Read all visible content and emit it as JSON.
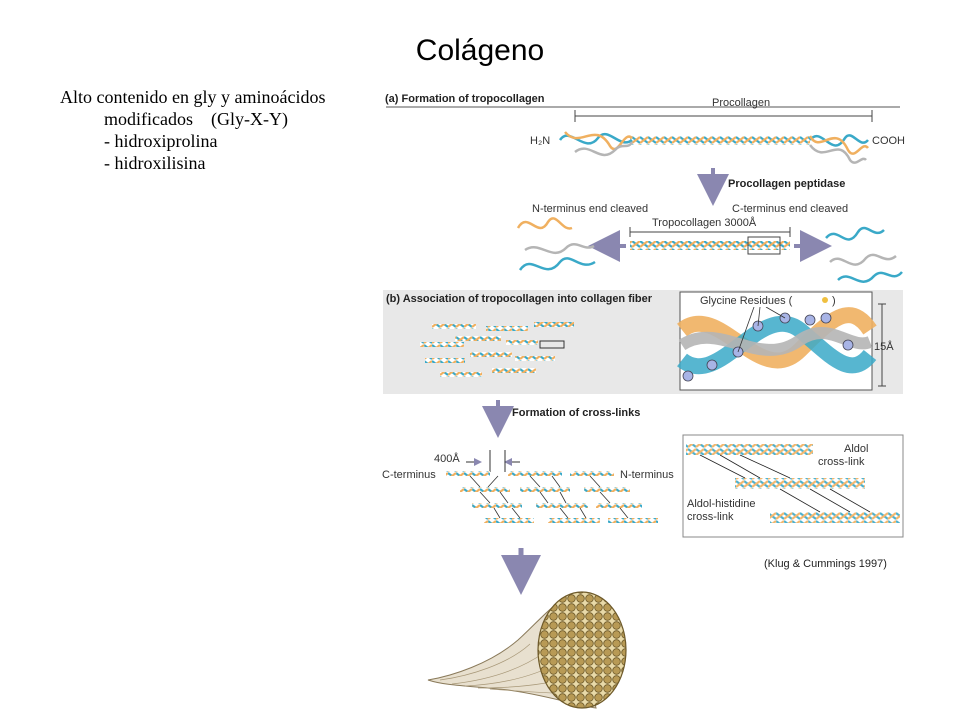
{
  "slide": {
    "title": "Colágeno",
    "bullets": [
      "Alto contenido en gly y aminoácidos",
      "modificados    (Gly-X-Y)",
      "- hidroxiprolina",
      "- hidroxilisina"
    ]
  },
  "figure": {
    "panel_a_title": "(a) Formation of tropocollagen",
    "procollagen_label": "Procollagen",
    "h2n_label": "H₂N",
    "cooh_label": "COOH",
    "peptidase_label": "Procollagen peptidase",
    "n_cleaved_label": "N-terminus end cleaved",
    "c_cleaved_label": "C-terminus end cleaved",
    "tropocollagen_label": "Tropocollagen 3000Å",
    "panel_b_title": "(b) Association of tropocollagen into collagen fiber",
    "glycine_label": "Glycine Residues (",
    "glycine_label_end": ")",
    "fifteen_a_label": "15Å",
    "crosslinks_label": "Formation of cross-links",
    "four_hundred_label": "400Å",
    "c_terminus_label": "C-terminus",
    "n_terminus_label": "N-terminus",
    "aldol_label_1": "Aldol",
    "aldol_label_2": "cross-link",
    "aldol_hist_label_1": "Aldol-histidine",
    "aldol_hist_label_2": "cross-link",
    "citation": "(Klug & Cummings 1997)",
    "colors": {
      "blue": "#3aa9c8",
      "orange": "#f0b060",
      "gray": "#b5b5b5",
      "arrow": "#8a87b0",
      "panel_bg": "#e8e8e8",
      "fiber": "#b89a55"
    }
  }
}
